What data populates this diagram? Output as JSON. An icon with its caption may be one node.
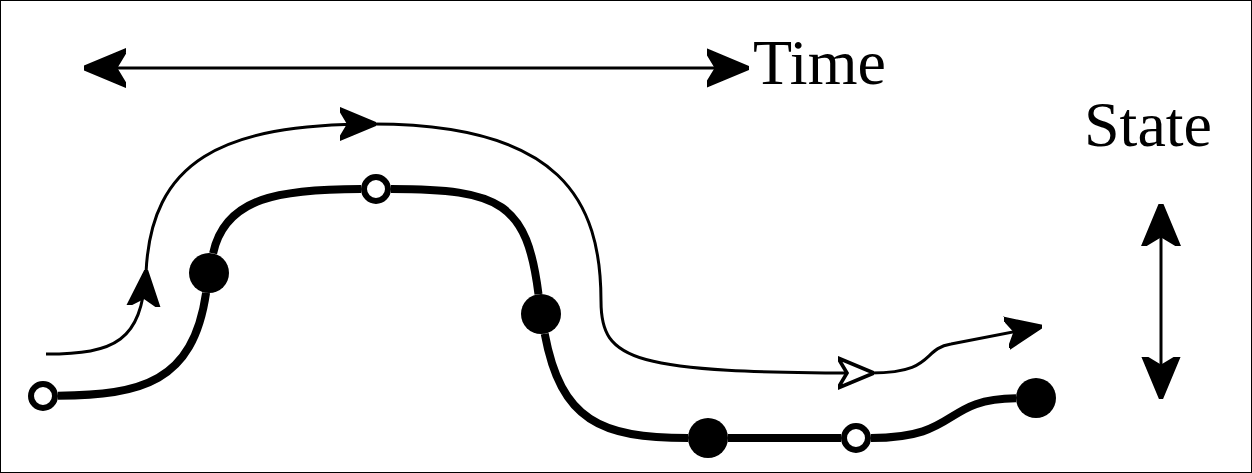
{
  "diagram": {
    "nodes": [
      {
        "text": [],
        "shape": "circle"
      },
      {
        "text": [],
        "shape": "circle"
      },
      {
        "text": [],
        "shape": "circle"
      },
      {
        "text": [],
        "shape": "circle"
      },
      {
        "text": [],
        "shape": "circle"
      },
      {
        "text": [],
        "shape": "circle"
      },
      {
        "text": [],
        "shape": "circle"
      }
    ],
    "edges": [
      {
        "from": 0,
        "to": 1,
        "arrow": "none"
      },
      {
        "from": 1,
        "to": 2,
        "arrow": "none"
      },
      {
        "from": 2,
        "to": 3,
        "arrow": "none"
      },
      {
        "from": 3,
        "to": 4,
        "arrow": "none"
      },
      {
        "from": 4,
        "to": 5,
        "arrow": "none"
      },
      {
        "from": 5,
        "to": 6,
        "arrow": "none"
      }
    ],
    "labels": [
      "Time",
      "State"
    ]
  }
}
